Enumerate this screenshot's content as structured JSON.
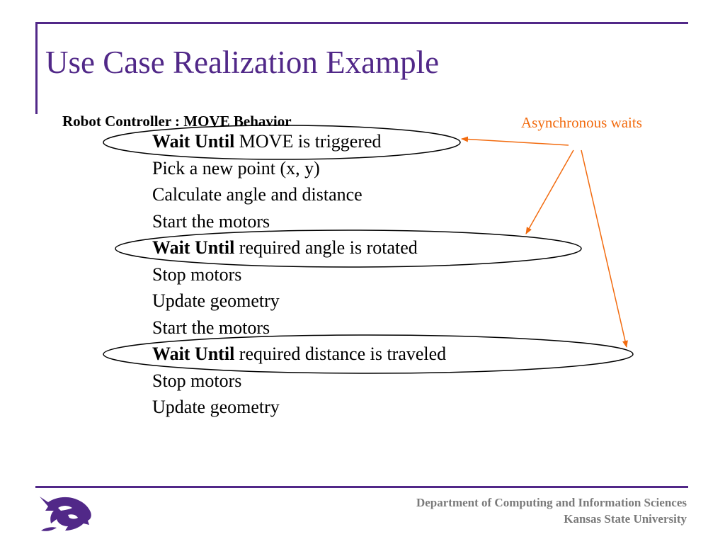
{
  "slide": {
    "title": "Use Case Realization Example",
    "subheading": "Robot Controller :  MOVE Behavior",
    "annotation": "Asynchronous waits"
  },
  "steps": [
    {
      "keyword": "Wait Until",
      "text": " MOVE is triggered"
    },
    {
      "keyword": "",
      "text": "Pick a new point (x, y)"
    },
    {
      "keyword": "",
      "text": "Calculate angle and distance"
    },
    {
      "keyword": "",
      "text": "Start the motors"
    },
    {
      "keyword": "Wait Until",
      "text": " required angle is rotated"
    },
    {
      "keyword": "",
      "text": "Stop motors"
    },
    {
      "keyword": "",
      "text": "Update geometry"
    },
    {
      "keyword": "",
      "text": "Start the motors"
    },
    {
      "keyword": "Wait Until",
      "text": " required distance is traveled"
    },
    {
      "keyword": "",
      "text": "Stop motors"
    },
    {
      "keyword": "",
      "text": "Update geometry"
    }
  ],
  "footer": {
    "department": "Department of  Computing and Information Sciences",
    "university": "Kansas State University"
  },
  "logo": {
    "icon": "wildcat-logo-icon"
  },
  "colors": {
    "brand_purple": "#512888",
    "annotation_orange": "#f26b0f",
    "footer_gray": "#7a7a7a"
  }
}
